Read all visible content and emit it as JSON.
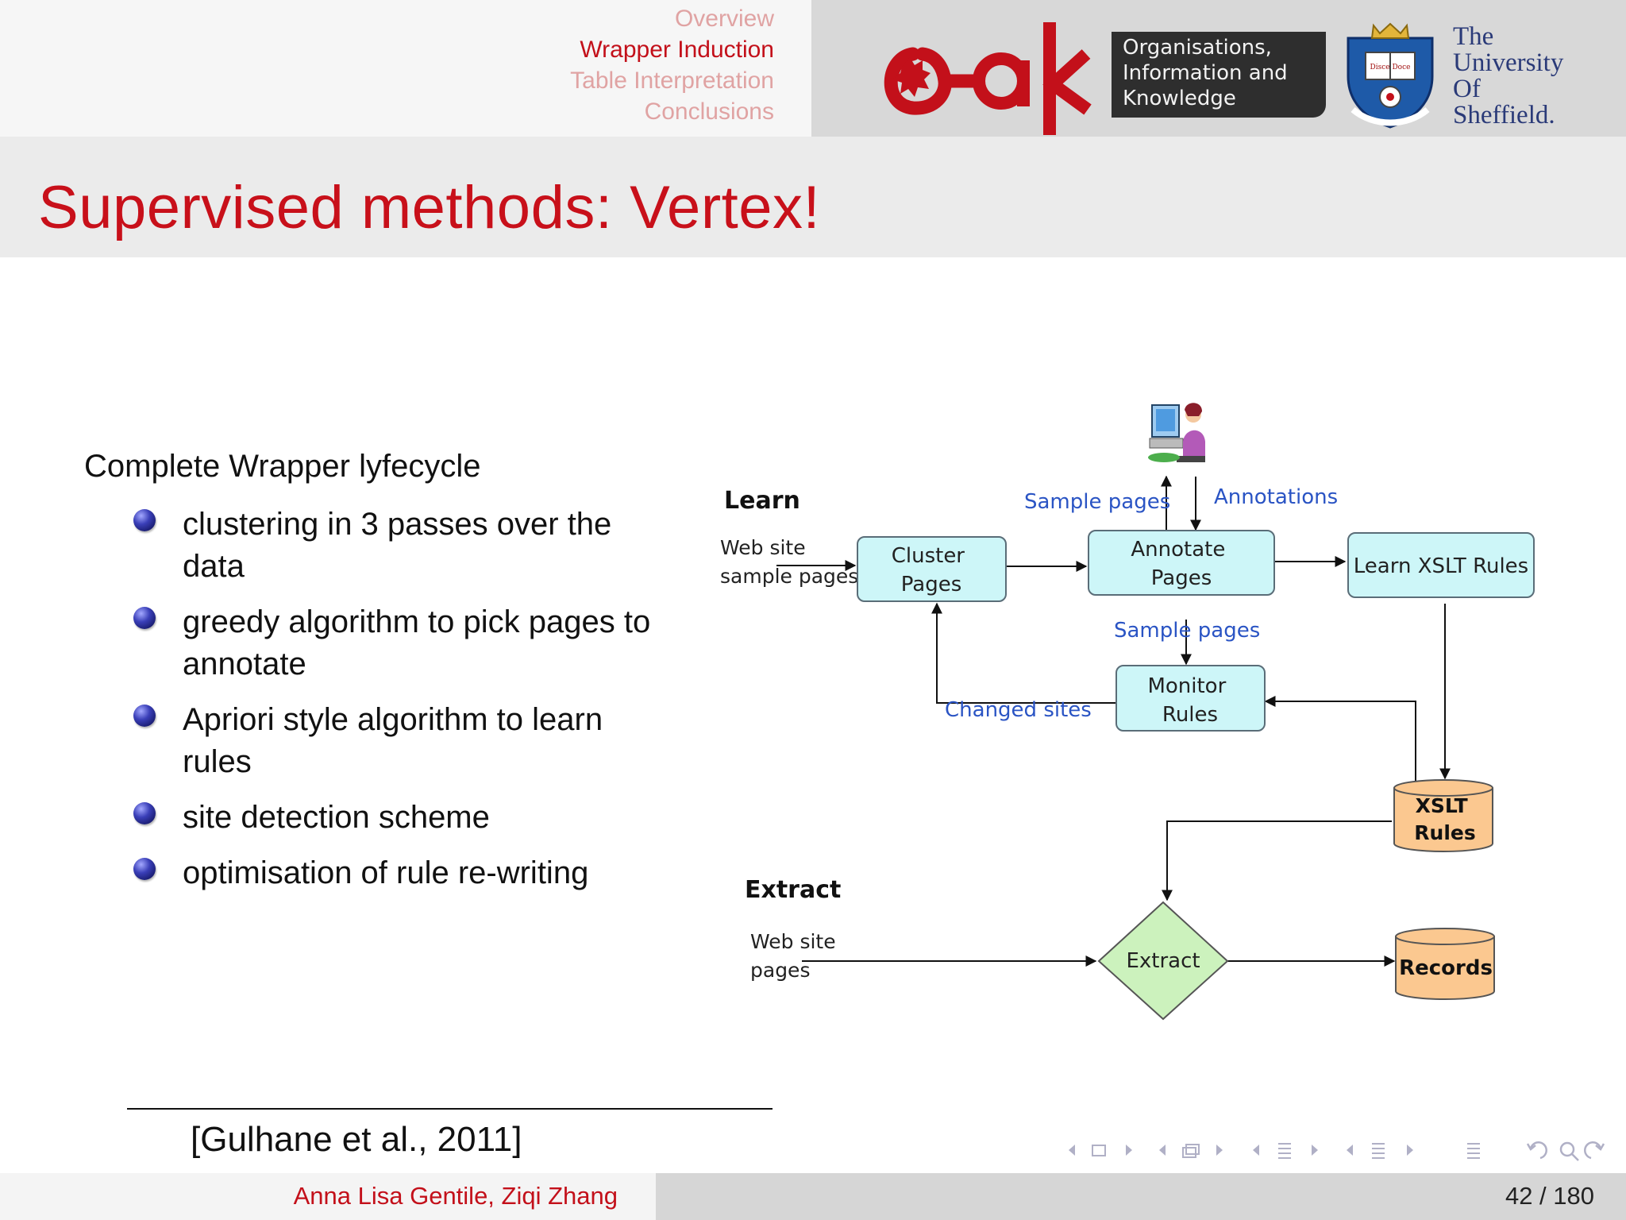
{
  "nav": {
    "items": [
      "Overview",
      "Wrapper Induction",
      "Table Interpretation",
      "Conclusions"
    ],
    "active_index": 1
  },
  "logos": {
    "oak_lines": [
      "Organisations,",
      "Information and",
      "Knowledge"
    ],
    "crest_motto": "Disce Doce",
    "university_lines": [
      "The",
      "University",
      "Of",
      "Sheffield."
    ]
  },
  "title": "Supervised methods: Vertex!",
  "content": {
    "lead": "Complete Wrapper lyfecycle",
    "bullets": [
      "clustering in 3 passes over the data",
      "greedy algorithm to pick pages to annotate",
      "Apriori style algorithm to learn rules",
      "site detection scheme",
      "optimisation of rule re-writing"
    ]
  },
  "diagram": {
    "learn_label": "Learn",
    "extract_label": "Extract",
    "web_site_sample_pages": [
      "Web site",
      "sample pages"
    ],
    "web_site_pages": [
      "Web site",
      "pages"
    ],
    "cluster_pages": [
      "Cluster",
      "Pages"
    ],
    "annotate_pages": [
      "Annotate",
      "Pages"
    ],
    "learn_xslt_rules": "Learn XSLT Rules",
    "monitor_rules": [
      "Monitor",
      "Rules"
    ],
    "xslt_rules": [
      "XSLT",
      "Rules"
    ],
    "extract_node": "Extract",
    "records": "Records",
    "sample_pages_top": "Sample pages",
    "annotations": "Annotations",
    "sample_pages_mid": "Sample pages",
    "changed_sites": "Changed sites"
  },
  "citation": "[Gulhane et al., 2011]",
  "footer": {
    "authors": "Anna Lisa Gentile, Ziqi Zhang",
    "page": "42 / 180"
  },
  "colors": {
    "accent_red": "#c8101a",
    "box_fill": "#cdf6f8",
    "box_stroke": "#5a6d78",
    "cylinder_fill": "#fbc890",
    "diamond_fill": "#ccf2bd",
    "diagram_blue_text": "#2a54c4"
  }
}
